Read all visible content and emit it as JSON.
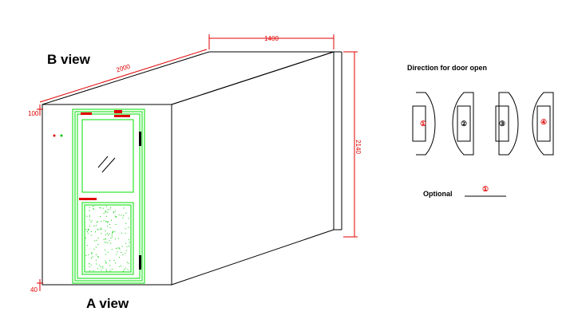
{
  "views": {
    "b_view": "B view",
    "a_view": "A view"
  },
  "dimensions": {
    "width": "1400",
    "depth": "2000",
    "height": "2140",
    "top": "100",
    "bottom": "40"
  },
  "direction": {
    "title": "Direction for door open",
    "options": [
      "①",
      "②",
      "③",
      "④"
    ]
  },
  "optional": {
    "label": "Optional",
    "value": "①"
  },
  "colors": {
    "outline": "#000000",
    "door": "#00e000",
    "dimension": "#e00000",
    "handle": "#e00000"
  }
}
